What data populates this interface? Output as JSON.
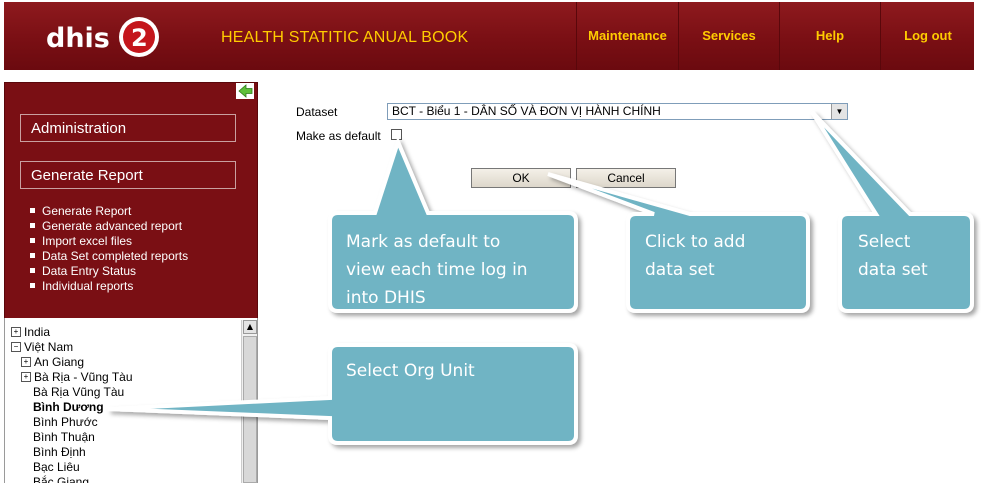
{
  "header": {
    "logo_text": "DHIS 2",
    "app_title": "HEALTH STATITIC ANUAL BOOK",
    "nav": {
      "maintenance": "Maintenance",
      "services": "Services",
      "help": "Help",
      "logout": "Log out"
    }
  },
  "sidebar": {
    "administration_label": "Administration",
    "generate_report_label": "Generate Report",
    "report_links": [
      "Generate Report",
      "Generate advanced report",
      "Import excel files",
      "Data Set completed reports",
      "Data Entry Status",
      "Individual reports"
    ]
  },
  "org_tree": {
    "items": [
      {
        "label": "India",
        "toggle": "+"
      },
      {
        "label": "Việt Nam",
        "toggle": "−"
      },
      {
        "label": "An Giang",
        "toggle": "+"
      },
      {
        "label": "Bà Rịa - Vũng Tàu",
        "toggle": "+"
      },
      {
        "label": "Bà Rịa Vũng Tàu",
        "toggle": ""
      },
      {
        "label": "Bình Dương",
        "toggle": "",
        "selected": true
      },
      {
        "label": "Bình Phước",
        "toggle": ""
      },
      {
        "label": "Bình Thuận",
        "toggle": ""
      },
      {
        "label": "Bình Định",
        "toggle": ""
      },
      {
        "label": "Bạc Liêu",
        "toggle": ""
      },
      {
        "label": "Bắc Giang",
        "toggle": ""
      }
    ]
  },
  "form": {
    "dataset_label": "Dataset",
    "dataset_value": "BCT - Biểu 1 - DÂN SỐ VÀ ĐƠN VỊ HÀNH CHÍNH",
    "make_default_label": "Make as default",
    "ok_label": "OK",
    "cancel_label": "Cancel"
  },
  "callouts": {
    "mark_default": [
      "Mark as default to",
      "view each time log in",
      "into DHIS"
    ],
    "click_add": [
      "Click to add",
      "data set"
    ],
    "select_dataset": [
      "Select",
      "data set"
    ],
    "select_org": [
      "Select Org Unit"
    ]
  },
  "colors": {
    "header_red": "#7a0f14",
    "nav_yellow": "#ffcc00",
    "callout_fill": "#6fb4c4",
    "callout_border": "#ffffff"
  }
}
